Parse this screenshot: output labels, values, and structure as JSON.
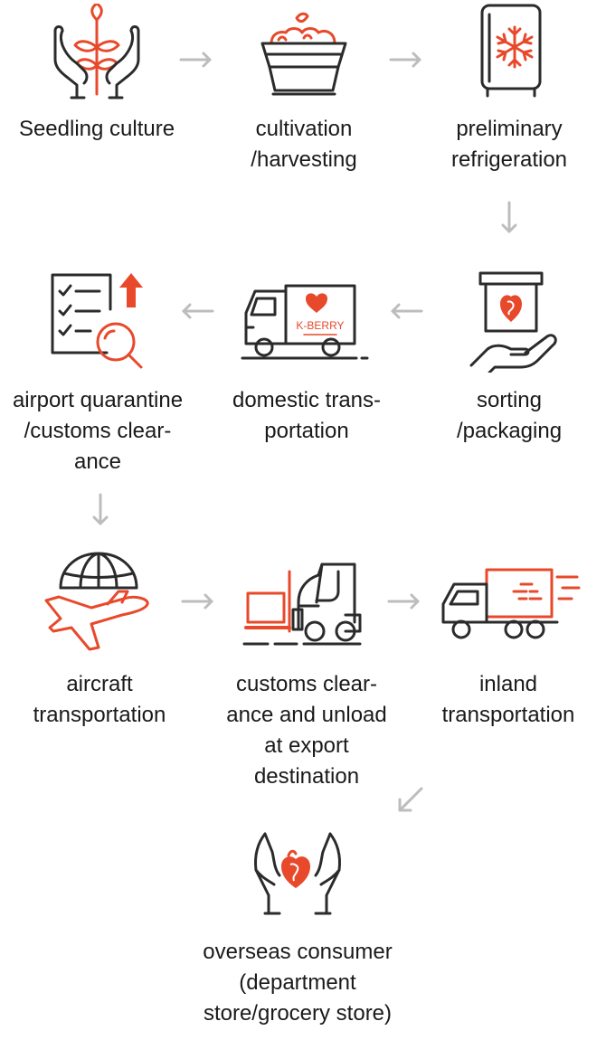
{
  "colors": {
    "accent": "#e8492b",
    "ink": "#2b2b2b",
    "arrow": "#bdbdbd"
  },
  "steps": [
    {
      "icon": "hands-seedling-icon",
      "label": "Seedling culture"
    },
    {
      "icon": "harvest-basket-icon",
      "label": "cultivation\n/harvesting"
    },
    {
      "icon": "refrigerator-snowflake-icon",
      "label": "preliminary\nrefrigeration"
    },
    {
      "icon": "hand-package-icon",
      "label": "sorting\n/packaging"
    },
    {
      "icon": "delivery-truck-icon",
      "label": "domestic trans-\nportation",
      "truck_text": "K-BERRY"
    },
    {
      "icon": "checklist-magnifier-icon",
      "label": "airport quarantine\n/customs clear-\nance"
    },
    {
      "icon": "airplane-globe-icon",
      "label": "aircraft\ntransportation"
    },
    {
      "icon": "forklift-icon",
      "label": "customs clear-\nance and unload\nat export\ndestination"
    },
    {
      "icon": "fast-truck-icon",
      "label": "inland\ntransportation"
    },
    {
      "icon": "hands-strawberry-icon",
      "label": "overseas consumer\n(department\nstore/grocery store)"
    }
  ]
}
